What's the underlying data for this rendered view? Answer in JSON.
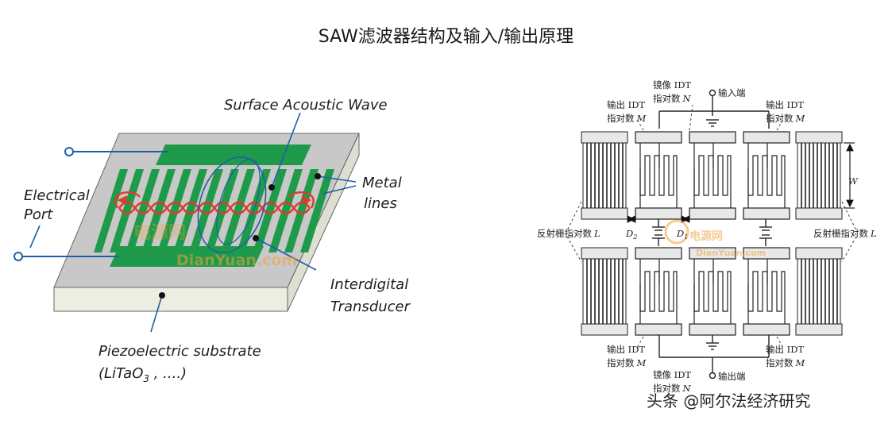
{
  "title": "SAW滤波器结构及输入/输出原理",
  "left_diagram": {
    "surface_wave_label": "Surface Acoustic Wave",
    "electrical_label_line1": "Electrical",
    "electrical_label_line2": "Port",
    "metal_label_line1": "Metal",
    "metal_label_line2": "lines",
    "idt_label_line1": "Interdigital",
    "idt_label_line2": "Transducer",
    "substrate_label_line1": "Piezoelectric substrate",
    "substrate_label_line2": "(LiTaO",
    "substrate_label_sub": "3",
    "substrate_label_tail": " , ....)",
    "watermark": "DianYuan.com",
    "watermark_cn": "电源网"
  },
  "right_diagram": {
    "mirror_idt_top": "镜像 IDT",
    "mirror_count_top": "指对数",
    "sym_N": "N",
    "input_port": "输入端",
    "output_idt": "输出 IDT",
    "output_count": "指对数",
    "sym_M": "M",
    "reflector_count": "反射栅指对数",
    "sym_L": "L",
    "sym_D2": "D",
    "sym_D2_sub": "2",
    "sym_D1": "D",
    "sym_D1_sub": "1",
    "sym_W": "W",
    "mirror_idt_bottom": "镜像 IDT",
    "output_port": "输出端",
    "watermark": "DianYuan.com",
    "watermark_cn": "电源网"
  },
  "footer": "头条 @阿尔法经济研究",
  "colors": {
    "substrate_top": "#c9c9c9",
    "substrate_side": "#e9ebe0",
    "electrode_green": "#1f9a4a",
    "wave_red": "#e03a2c",
    "port_blue": "#1c5fa8",
    "watermark_orange": "#f0a23a"
  }
}
